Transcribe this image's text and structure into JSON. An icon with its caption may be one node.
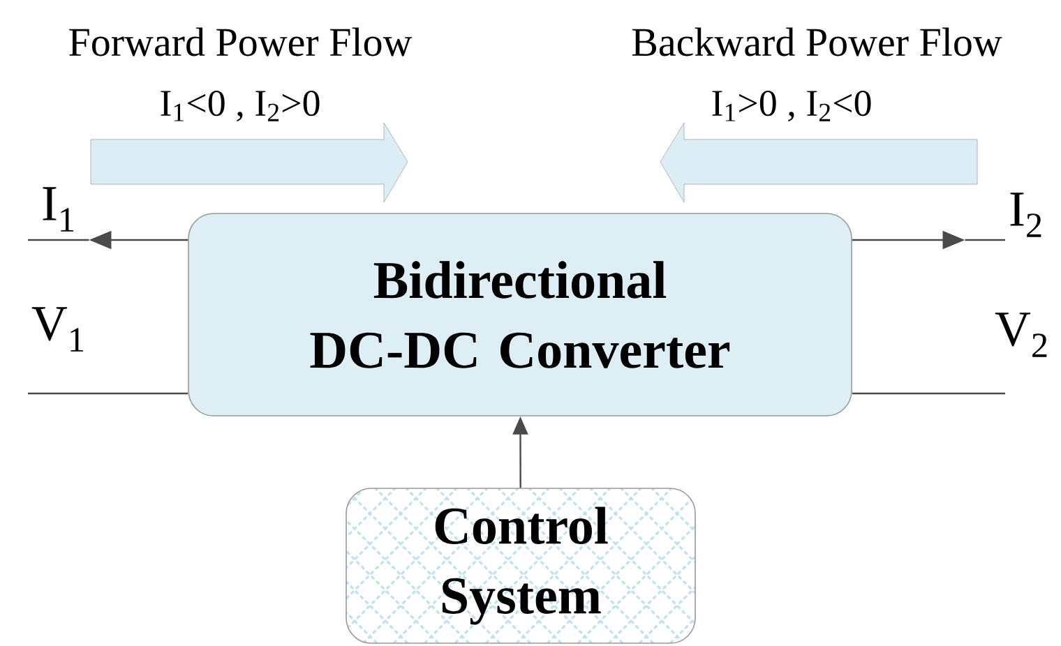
{
  "diagram": {
    "nodes": [
      {
        "text": [
          "Bidirectional DC-DC Converter"
        ]
      },
      {
        "text": [
          "Control System"
        ]
      },
      {
        "text": [
          "I$_{1}$"
        ]
      },
      {
        "text": [
          "I$_{2}$"
        ]
      }
    ],
    "edges": [
      {
        "from": 1,
        "to": 0,
        "arrow": "to"
      },
      {
        "from": 0,
        "to": 2,
        "arrow": "to"
      },
      {
        "from": 0,
        "to": 3,
        "arrow": "to"
      },
      {
        "from": 0,
        "to": null,
        "arrow": "none"
      },
      {
        "from": 0,
        "to": null,
        "arrow": "none"
      }
    ],
    "labels": [
      "Forward Power Flow",
      "I$_{1}$<0 ,  I$_{2}$>0",
      "Backward Power Flow",
      "I$_{1}$>0 , I$_{2}$<0",
      "V$_{1}$",
      "V$_{2}$"
    ]
  }
}
